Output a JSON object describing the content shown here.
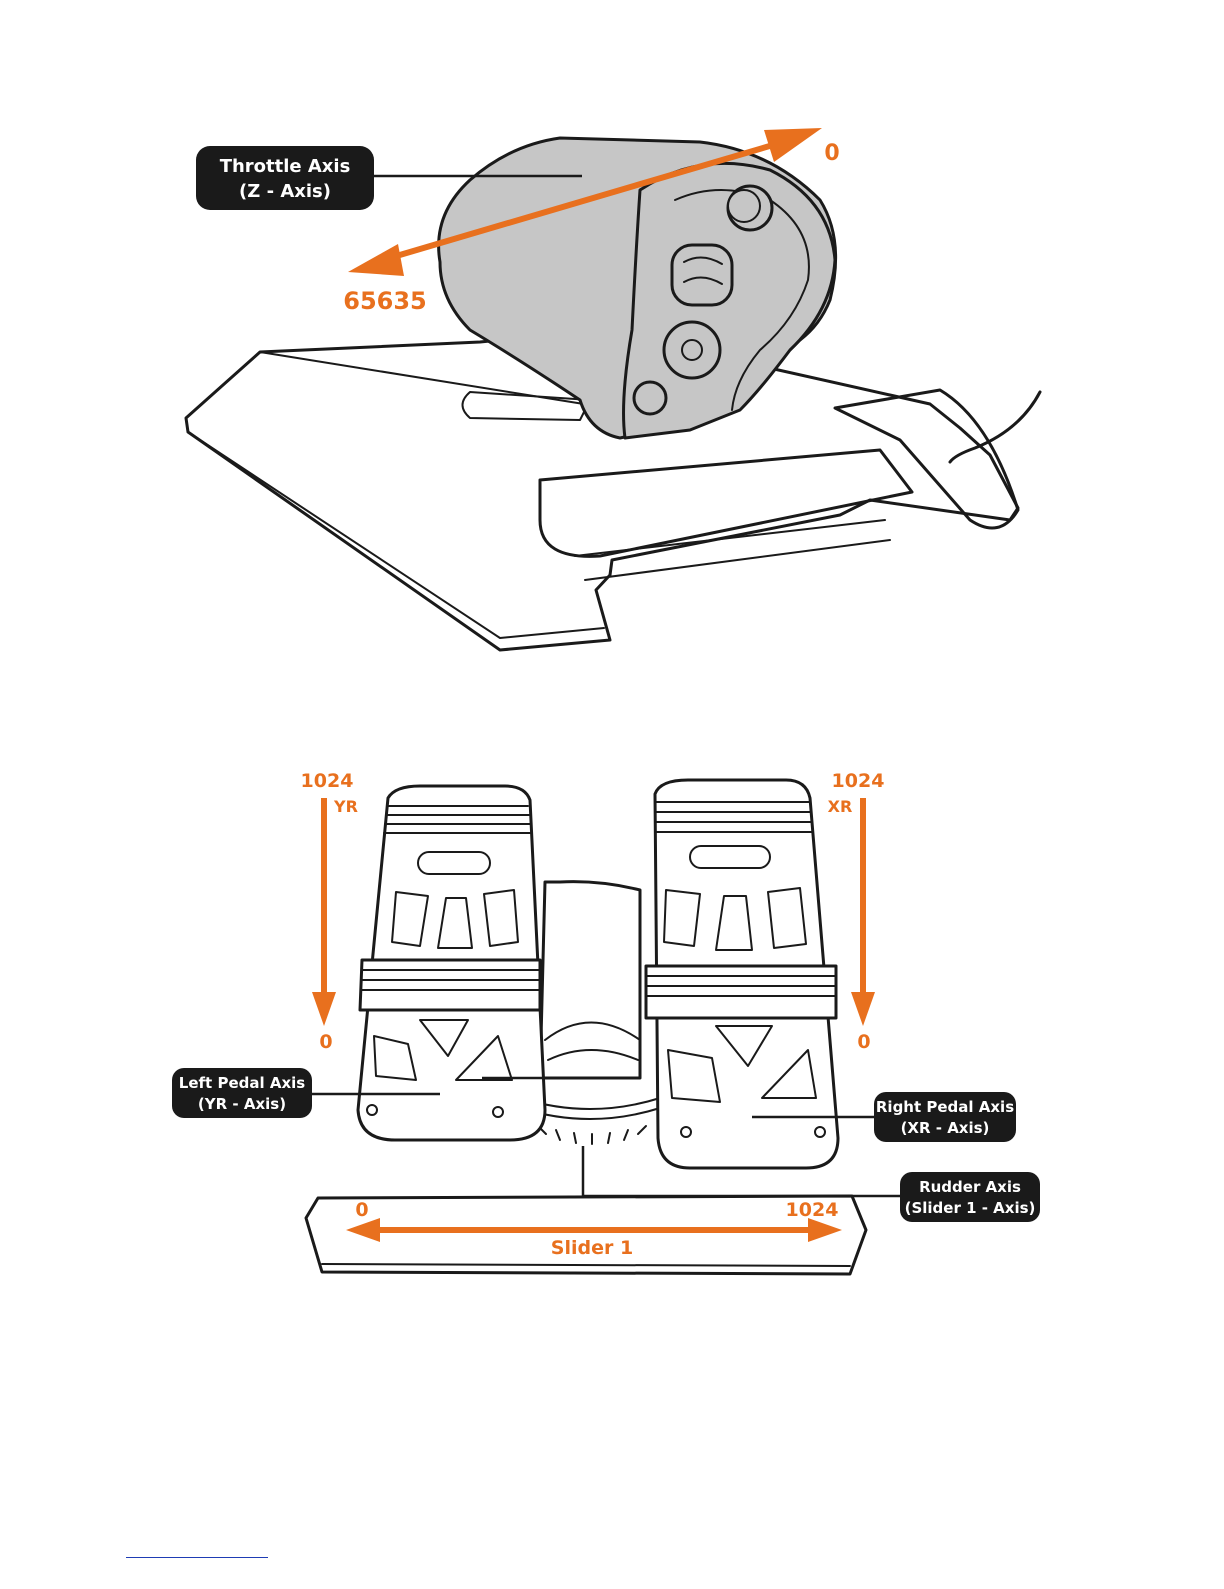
{
  "throttle": {
    "label_line1": "Throttle Axis",
    "label_line2": "(Z - Axis)",
    "value_max": "0",
    "value_min": "65635"
  },
  "pedals": {
    "left_top_value": "1024",
    "left_axis_tag": "YR",
    "left_bottom_value": "0",
    "right_top_value": "1024",
    "right_axis_tag": "XR",
    "right_bottom_value": "0",
    "left_label_line1": "Left Pedal Axis",
    "left_label_line2": "(YR - Axis)",
    "right_label_line1": "Right Pedal Axis",
    "right_label_line2": "(XR - Axis)",
    "rudder_label_line1": "Rudder Axis",
    "rudder_label_line2": "(Slider 1 - Axis)",
    "slider_left_value": "0",
    "slider_right_value": "1024",
    "slider_name": "Slider 1"
  },
  "colors": {
    "accent": "#e8701e",
    "label_bg": "#1a1a1a",
    "throttle_body": "#c6c6c6"
  }
}
